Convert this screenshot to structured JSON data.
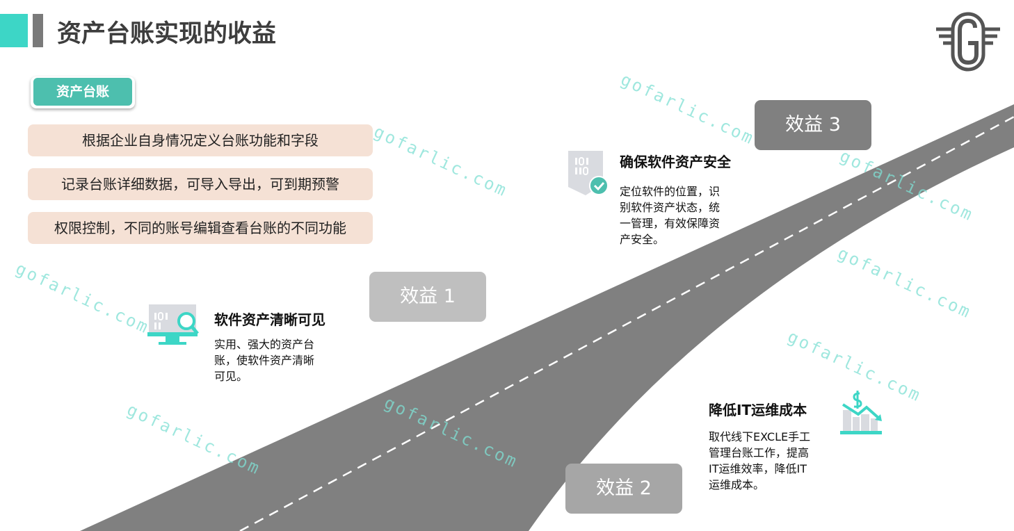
{
  "header": {
    "title": "资产台账实现的收益",
    "accent_color": "#3dd6c6"
  },
  "tag": {
    "label": "资产台账"
  },
  "features": [
    "根据企业自身情况定义台账功能和字段",
    "记录台账详细数据，可导入导出，可到期预警",
    "权限控制，不同的账号编辑查看台账的不同功能"
  ],
  "benefits": [
    {
      "label": "效益 1",
      "title": "软件资产清晰可见",
      "desc": [
        "实用、强大的资产台",
        "账，使软件资产清晰",
        "可见。"
      ],
      "icon": "monitor-search-icon"
    },
    {
      "label": "效益 2",
      "title": "降低IT运维成本",
      "desc": [
        "取代线下EXCLE手工",
        "管理台账工作，提高",
        "IT运维效率，降低IT",
        "运维成本。"
      ],
      "icon": "cost-down-chart-icon"
    },
    {
      "label": "效益 3",
      "title": "确保软件资产安全",
      "desc": [
        "定位软件的位置，识",
        "别软件资产状态，统",
        "一管理，有效保障资",
        "产安全。"
      ],
      "icon": "shield-check-icon"
    }
  ],
  "watermark": "gofarlic.com",
  "colors": {
    "teal": "#4dbfae",
    "road": "#7f7f7f",
    "peach": "#f5e1d5"
  }
}
